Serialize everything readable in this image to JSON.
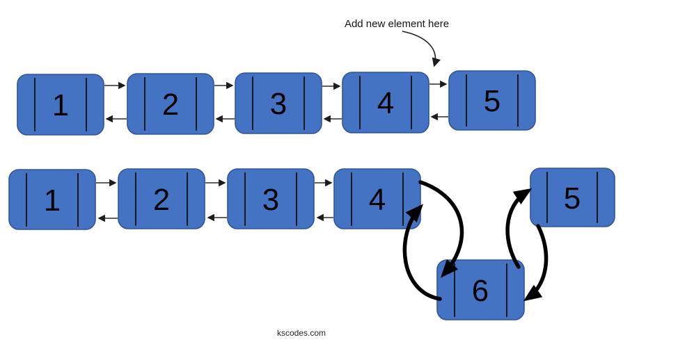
{
  "annotation": {
    "label": "Add new element here"
  },
  "watermark": {
    "label": "kscodes.com"
  },
  "list_before": {
    "nodes": [
      {
        "label": "1"
      },
      {
        "label": "2"
      },
      {
        "label": "3"
      },
      {
        "label": "4"
      },
      {
        "label": "5"
      }
    ]
  },
  "list_after": {
    "nodes": [
      {
        "label": "1"
      },
      {
        "label": "2"
      },
      {
        "label": "3"
      },
      {
        "label": "4"
      },
      {
        "label": "5"
      }
    ],
    "new_node": {
      "label": "6"
    }
  },
  "colors": {
    "node_fill": "#4573C4",
    "node_border": "#2F5597",
    "node_divider": "#101010",
    "thin_arrow": "#2B2B2B",
    "thick_arrow": "#000000",
    "text": "#000000"
  }
}
